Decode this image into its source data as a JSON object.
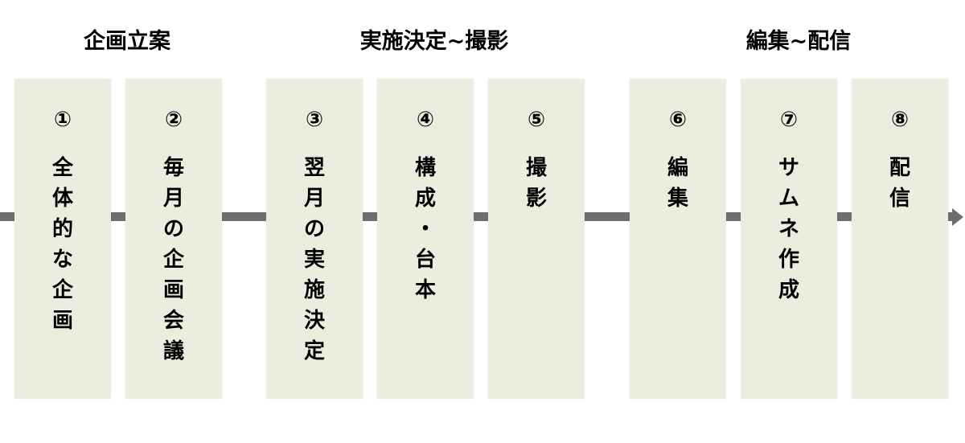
{
  "phases": [
    {
      "title": "企画立案"
    },
    {
      "title": "実施決定~撮影"
    },
    {
      "title": "編集~配信"
    }
  ],
  "steps": [
    {
      "number": "①",
      "label": "全体的な企画"
    },
    {
      "number": "②",
      "label": "毎月の企画会議"
    },
    {
      "number": "③",
      "label": "翌月の実施決定"
    },
    {
      "number": "④",
      "label": "構成・台本"
    },
    {
      "number": "⑤",
      "label": "撮影"
    },
    {
      "number": "⑥",
      "label": "編集"
    },
    {
      "number": "⑦",
      "label": "サムネ作成"
    },
    {
      "number": "⑧",
      "label": "配信"
    }
  ],
  "colors": {
    "box": "#ebeddf",
    "arrow": "#6e6e6e"
  }
}
